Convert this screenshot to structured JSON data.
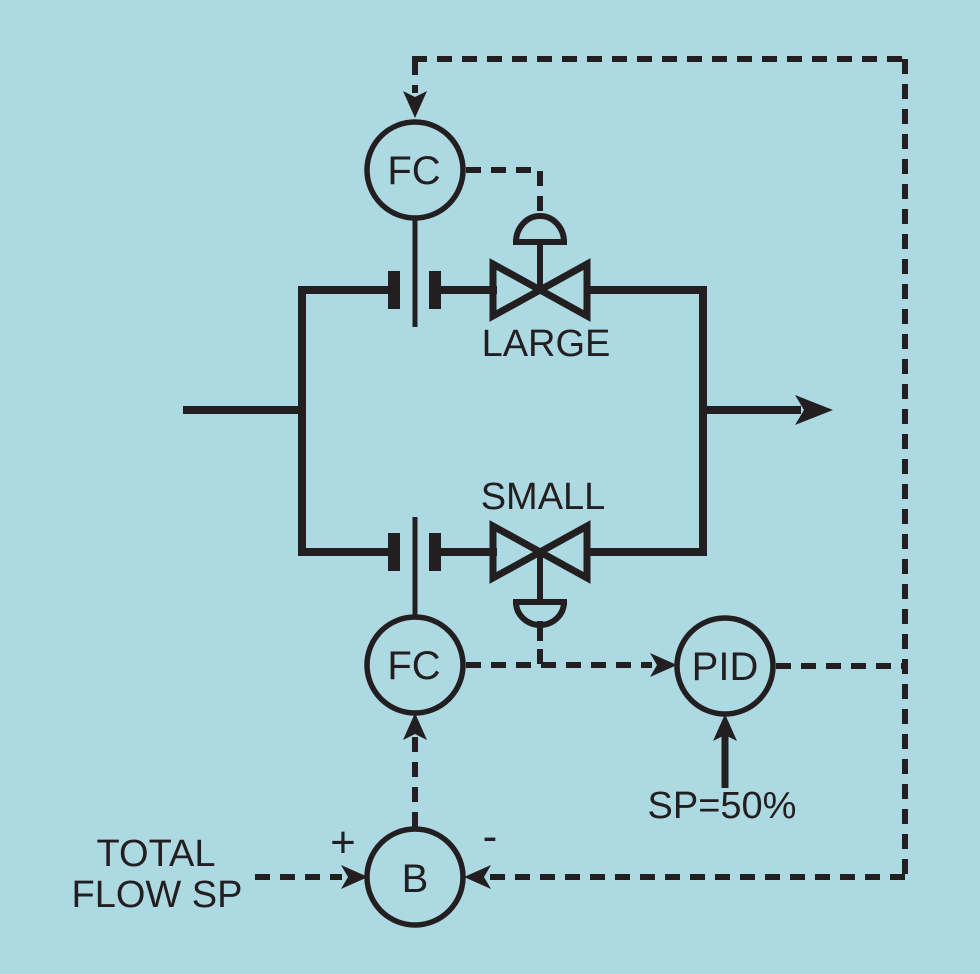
{
  "colors": {
    "background": "#add9e2",
    "line": "#231f20"
  },
  "labels": {
    "controller_top": "FC",
    "controller_bottom": "FC",
    "pid_controller": "PID",
    "bias_block": "B",
    "valve_large": "LARGE",
    "valve_small": "SMALL",
    "pid_setpoint": "SP=50%",
    "total_flow_sp_line1": "TOTAL",
    "total_flow_sp_line2": "FLOW SP",
    "bias_plus_sign": "+",
    "bias_minus_sign": "-"
  }
}
